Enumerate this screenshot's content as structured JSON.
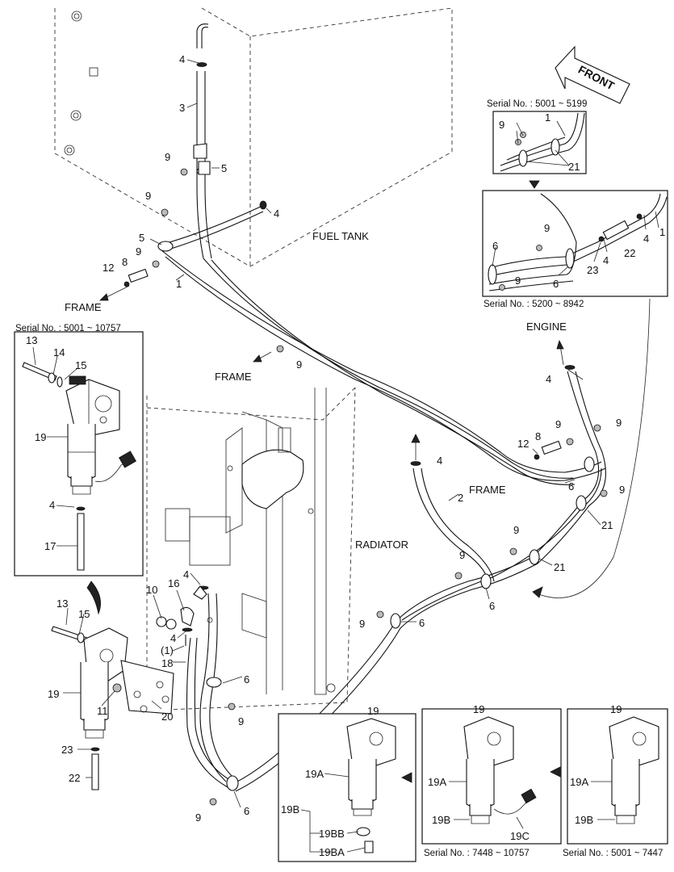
{
  "labels": {
    "fuel_tank": "FUEL TANK",
    "frame": "FRAME",
    "engine": "ENGINE",
    "radiator": "RADIATOR",
    "front": "FRONT"
  },
  "serials": {
    "top_detail": "Serial No. : 5001 ~ 5199",
    "lower_detail": "Serial No. : 5200 ~ 8942",
    "left_detail": "Serial No. : 5001 ~ 10757",
    "bottom_mid": "Serial No. : 7448 ~ 10757",
    "bottom_right": "Serial No. : 5001 ~ 7447"
  },
  "callouts": {
    "n1": "1",
    "n2": "2",
    "n3": "3",
    "n4": "4",
    "n5": "5",
    "n6": "6",
    "n8": "8",
    "n9": "9",
    "n10": "10",
    "n11": "11",
    "n12": "12",
    "n13": "13",
    "n14": "14",
    "n15": "15",
    "n16": "16",
    "n17": "17",
    "n18": "18",
    "n19": "19",
    "n19a": "19A",
    "n19b": "19B",
    "n19bb": "19BB",
    "n19ba": "19BA",
    "n19c": "19C",
    "n20": "20",
    "n21": "21",
    "n22": "22",
    "n23": "23",
    "p1": "(1)"
  }
}
